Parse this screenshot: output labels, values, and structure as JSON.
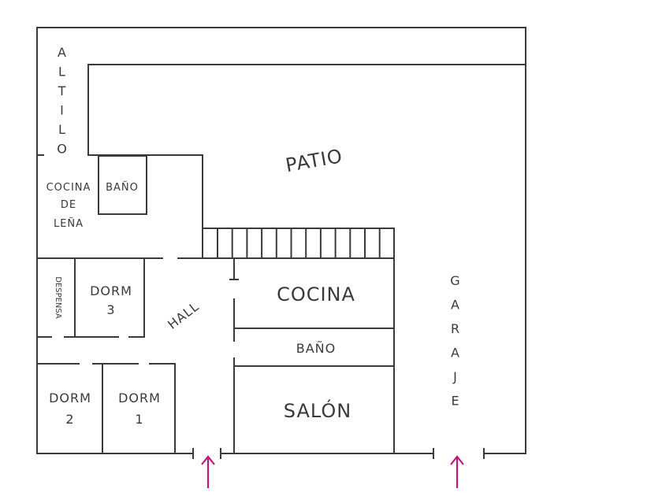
{
  "title": "Floor plan",
  "rooms": {
    "altillo": "ALTILO",
    "patio": "PATIO",
    "cocina_lena": [
      "COCINA",
      "DE",
      "LEÑA"
    ],
    "bano_top": "BAÑO",
    "despensa": "DESPENSA",
    "dorm3": [
      "DORM",
      "3"
    ],
    "hall": "HALL",
    "cocina": "COCINA",
    "bano": "BAÑO",
    "salon": "SALÓN",
    "garaje": "GARAJE",
    "dorm2": [
      "DORM",
      "2"
    ],
    "dorm1": [
      "DORM",
      "1"
    ]
  },
  "entrances": [
    "main-entrance",
    "garage-entrance"
  ],
  "colors": {
    "walls": "#3a3a3a",
    "arrows": "#c0187a"
  }
}
